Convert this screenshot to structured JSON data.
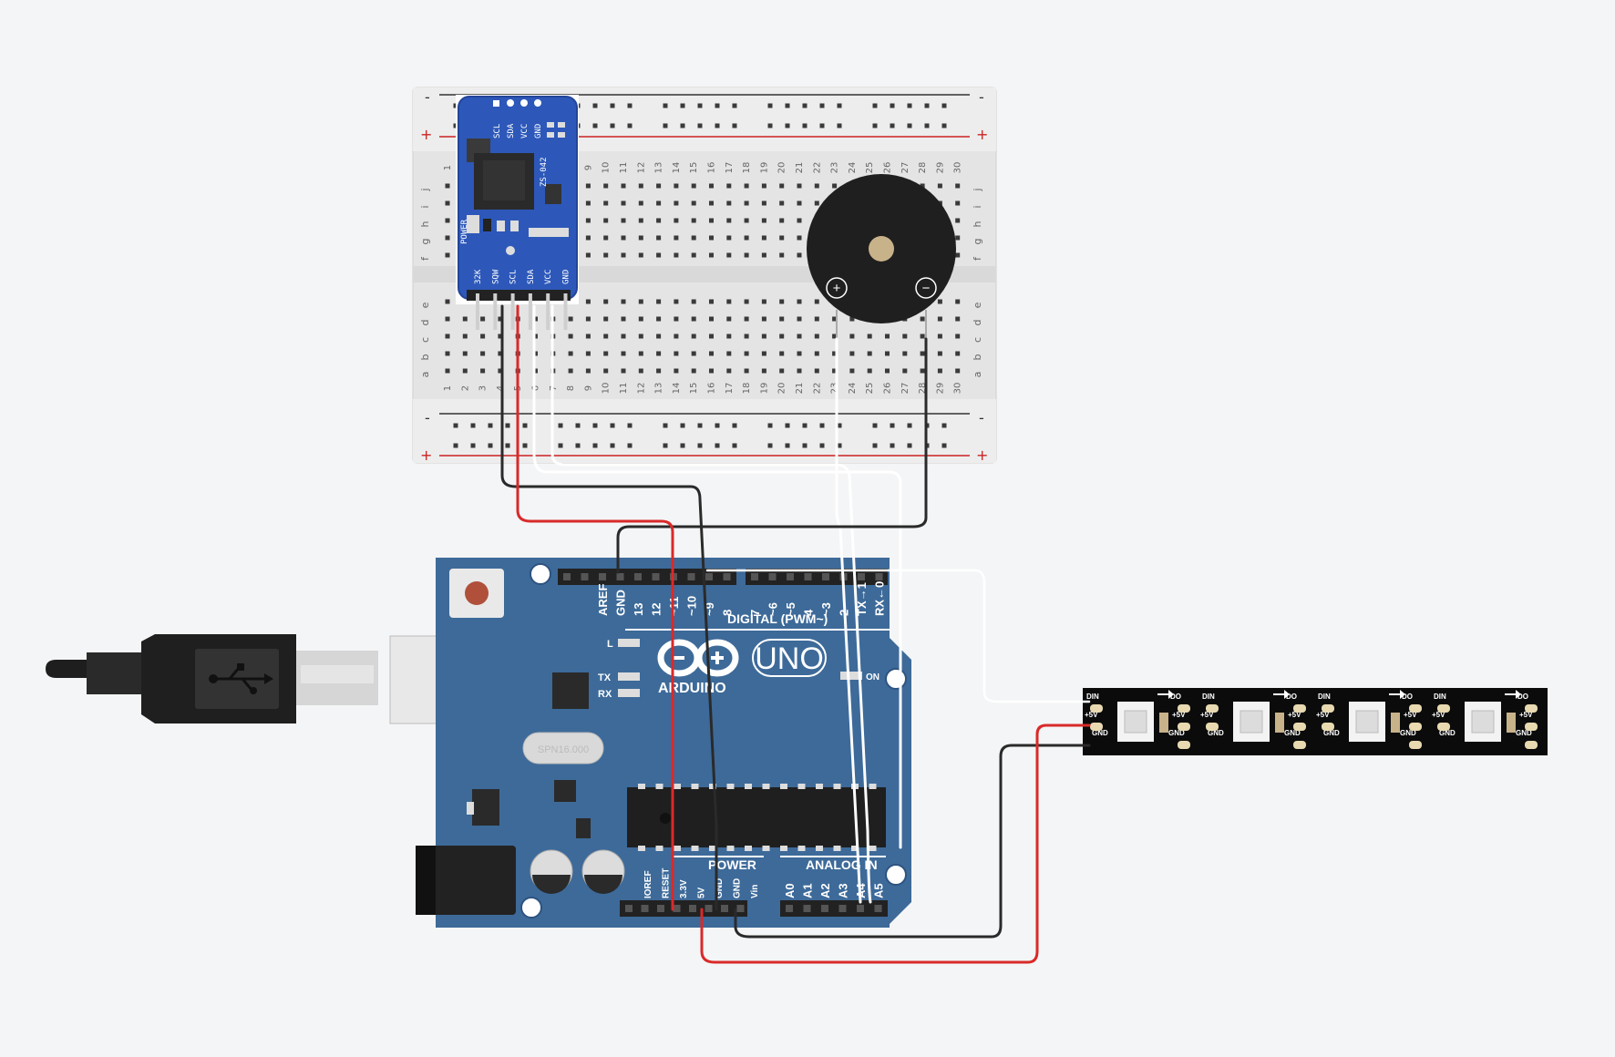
{
  "arduino": {
    "logo_text": "ARDUINO",
    "model": "UNO",
    "crystal": "SPN16.000",
    "digital_header": "DIGITAL (PWM~)",
    "power_header": "POWER",
    "analog_header": "ANALOG IN",
    "led_l": "L",
    "led_tx": "TX",
    "led_rx": "RX",
    "led_on": "ON",
    "top_pins": [
      "AREF",
      "GND",
      "13",
      "12",
      "~11",
      "~10",
      "~9",
      "8",
      "7",
      "~6",
      "~5",
      "4",
      "~3",
      "2",
      "TX→1",
      "RX←0"
    ],
    "power_pins": [
      "IOREF",
      "RESET",
      "3.3V",
      "5V",
      "GND",
      "GND",
      "Vin"
    ],
    "analog_pins": [
      "A0",
      "A1",
      "A2",
      "A3",
      "A4",
      "A5"
    ]
  },
  "breadboard": {
    "rows_top": [
      "j",
      "i",
      "h",
      "g",
      "f"
    ],
    "rows_bottom": [
      "e",
      "d",
      "c",
      "b",
      "a"
    ],
    "columns": [
      "1",
      "2",
      "3",
      "4",
      "5",
      "6",
      "7",
      "8",
      "9",
      "10",
      "11",
      "12",
      "13",
      "14",
      "15",
      "16",
      "17",
      "18",
      "19",
      "20",
      "21",
      "22",
      "23",
      "24",
      "25",
      "26",
      "27",
      "28",
      "29",
      "30"
    ],
    "rail_minus": "-",
    "rail_plus": "+"
  },
  "rtc_module": {
    "top_pins": [
      "SCL",
      "SDA",
      "VCC",
      "GND"
    ],
    "bottom_pins": [
      "32K",
      "SQW",
      "SCL",
      "SDA",
      "VCC",
      "GND"
    ],
    "name": "ZS-042",
    "power_label": "POWER"
  },
  "buzzer": {
    "plus": "+",
    "minus": "−"
  },
  "led_strip": {
    "labels": {
      "din": "DIN",
      "do": "DO",
      "v5": "+5V",
      "gnd": "GND"
    },
    "segments": 4
  },
  "colors": {
    "background": "#f4f5f6",
    "arduino_board": "#3d6a99",
    "rtc_board": "#2d58b9",
    "wire_red": "#d92a2a",
    "wire_black": "#2a2a2a",
    "wire_white": "#ffffff",
    "breadboard": "#e6e6e6",
    "led_strip": "#0b0b0b"
  },
  "icons": [
    "usb-icon",
    "arduino-infinity-logo-icon",
    "arrow-right-icon"
  ]
}
